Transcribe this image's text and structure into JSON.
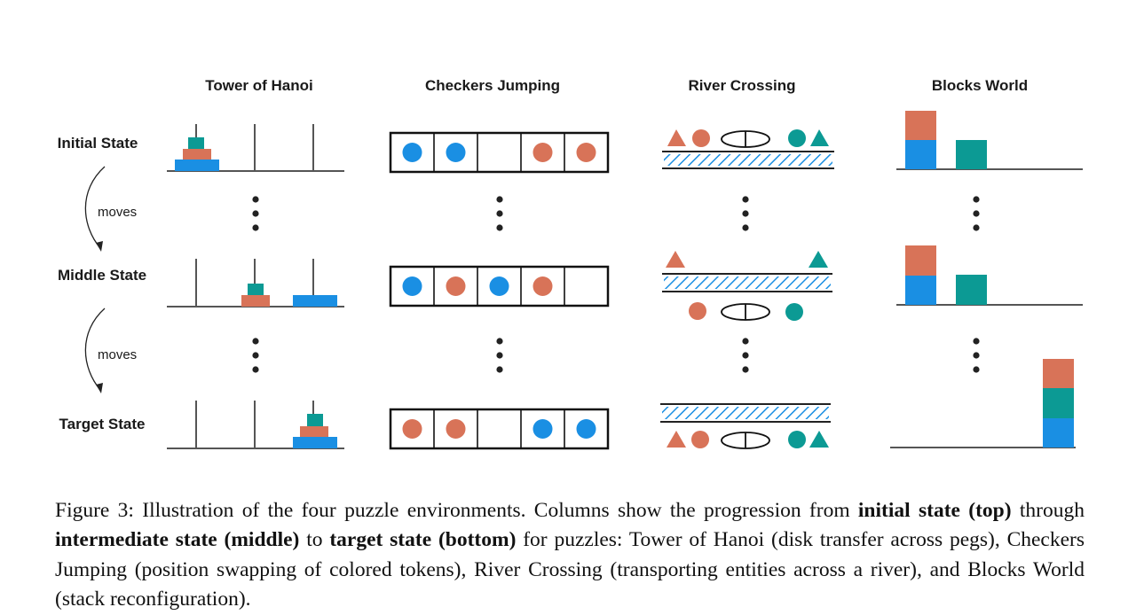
{
  "columns": {
    "hanoi": "Tower of Hanoi",
    "checkers": "Checkers Jumping",
    "river": "River Crossing",
    "blocks": "Blocks World"
  },
  "rows": {
    "initial": "Initial State",
    "middle": "Middle State",
    "target": "Target State"
  },
  "moves_label": "moves",
  "colors": {
    "orange": "#d87358",
    "blue": "#1a8fe3",
    "teal": "#0c9a94",
    "line": "#555555",
    "border": "#111111"
  },
  "checkers_states": {
    "initial": [
      "blue",
      "blue",
      "",
      "orange",
      "orange"
    ],
    "middle": [
      "blue",
      "orange",
      "blue",
      "orange",
      ""
    ],
    "target": [
      "orange",
      "orange",
      "",
      "blue",
      "blue"
    ]
  },
  "caption": {
    "p1": "Figure 3: Illustration of the four puzzle environments. Columns show the progression from ",
    "b1": "initial state (top)",
    "p2": " through ",
    "b2": "intermediate state (middle)",
    "p3": " to ",
    "b3": "target state (bottom)",
    "p4": " for puzzles: Tower of Hanoi (disk transfer across pegs), Checkers Jumping (position swapping of colored tokens), River Crossing (transporting entities across a river), and Blocks World (stack reconfiguration)."
  }
}
